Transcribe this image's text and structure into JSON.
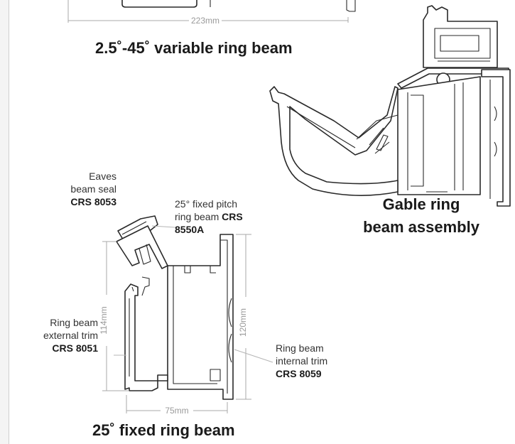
{
  "dimensions": {
    "top_width": "223mm",
    "height_left": "114mm",
    "height_right": "120mm",
    "bottom_width": "75mm"
  },
  "titles": {
    "variable": "2.5˚-45˚ variable ring beam",
    "gable_line1": "Gable ring",
    "gable_line2": "beam assembly",
    "fixed": "25˚ fixed ring beam"
  },
  "labels": {
    "eaves": {
      "line1": "Eaves",
      "line2": "beam seal",
      "code": "CRS 8053"
    },
    "fixed_pitch": {
      "line1": "25° fixed pitch",
      "line2": "ring beam",
      "code1": "CRS",
      "code2": "8550A"
    },
    "external": {
      "line1": "Ring beam",
      "line2": "external trim",
      "code": "CRS 8051"
    },
    "internal": {
      "line1": "Ring beam",
      "line2": "internal trim",
      "code": "CRS 8059"
    }
  }
}
